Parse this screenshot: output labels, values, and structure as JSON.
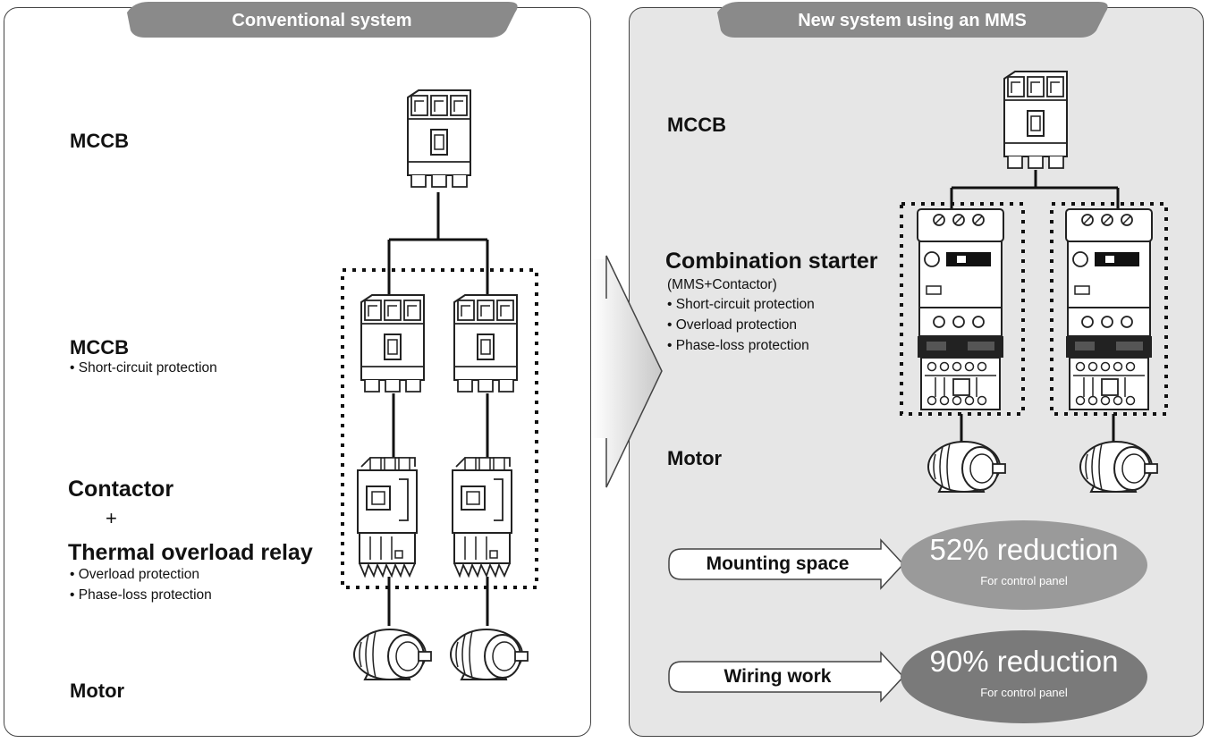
{
  "left": {
    "header": "Conventional system",
    "mccb_top": "MCCB",
    "mccb_mid": "MCCB",
    "mccb_mid_bullets": [
      "• Short-circuit protection"
    ],
    "contactor": "Contactor",
    "plus": "+",
    "relay": "Thermal overload relay",
    "relay_bullets": [
      "• Overload protection",
      "• Phase-loss protection"
    ],
    "motor": "Motor"
  },
  "right": {
    "header": "New system using an MMS",
    "mccb": "MCCB",
    "starter": "Combination starter",
    "starter_sub": "(MMS+Contactor)",
    "starter_bullets": [
      "• Short-circuit protection",
      "• Overload protection",
      "• Phase-loss protection"
    ],
    "motor": "Motor",
    "benefits": [
      {
        "label": "Mounting space",
        "value": "52% reduction",
        "note": "For control panel"
      },
      {
        "label": "Wiring work",
        "value": "90% reduction",
        "note": "For control panel"
      }
    ]
  },
  "colors": {
    "header_fill": "#8a8a8a",
    "oval_1": "#9a9a9a",
    "oval_2": "#7a7a7a",
    "panel_right_bg": "#e6e6e6"
  },
  "icons": [
    "mccb-breaker-icon",
    "contactor-relay-icon",
    "combination-starter-icon",
    "motor-icon",
    "arrow-right-icon"
  ]
}
